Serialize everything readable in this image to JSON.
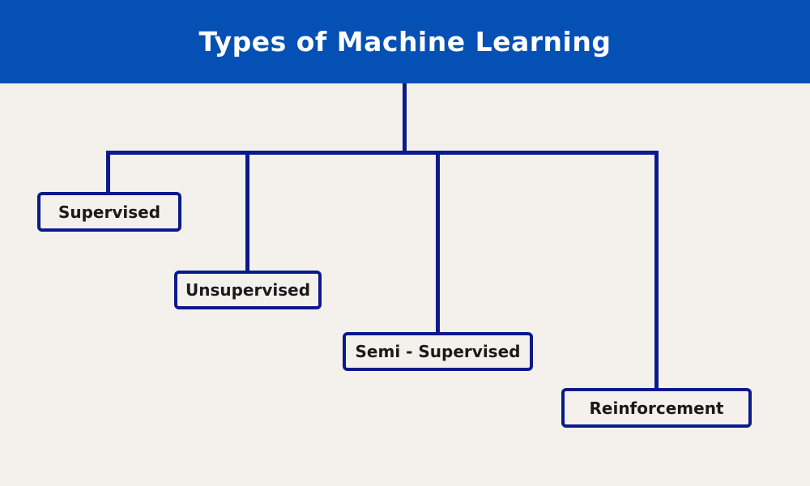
{
  "header": {
    "title": "Types of Machine Learning"
  },
  "diagram": {
    "nodes": [
      {
        "id": "supervised",
        "label": "Supervised"
      },
      {
        "id": "unsupervised",
        "label": "Unsupervised"
      },
      {
        "id": "semi-supervised",
        "label": "Semi - Supervised"
      },
      {
        "id": "reinforcement",
        "label": "Reinforcement"
      }
    ]
  },
  "colors": {
    "header_bg": "#0450B4",
    "page_bg": "#F4F1EC",
    "connector": "#0A1A8C",
    "node_border": "#0A1A8C",
    "node_text": "#1A1A1A",
    "title_text": "#FFFFFF"
  }
}
